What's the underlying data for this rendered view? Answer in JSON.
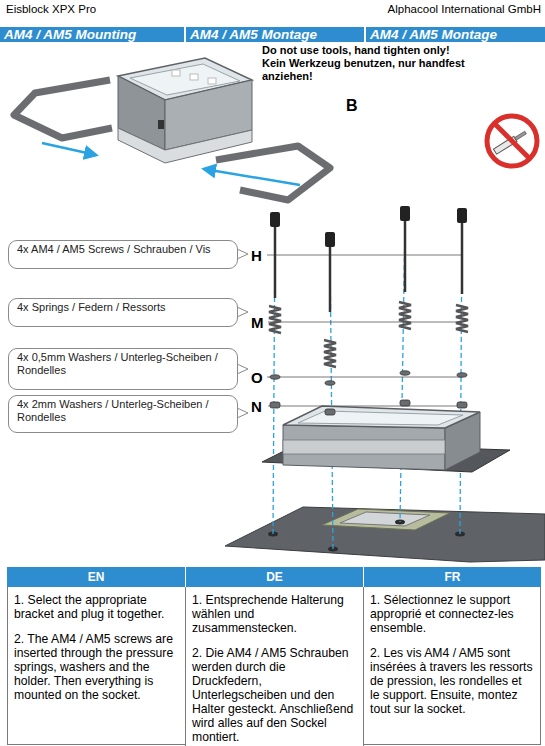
{
  "diagram": {
    "nodes": [
      {
        "text": [
          "AM4 / AM5 Mounting"
        ]
      },
      {
        "text": [
          "AM4 / AM5 Montage"
        ]
      },
      {
        "text": [
          "AM4 / AM5 Montage"
        ]
      },
      {
        "text": [
          "4x AM4 / AM5 Screws / Schrauben / Vis"
        ]
      },
      {
        "text": [
          "4x Springs / Federn / Ressorts"
        ]
      },
      {
        "text": [
          "4x 0,5mm Washers / Unterleg-Scheiben / Rondelles"
        ]
      },
      {
        "text": [
          "4x 2mm Washers / Unterleg-Scheiben / Rondelles"
        ]
      },
      {
        "text": [
          "EN"
        ]
      },
      {
        "text": [
          "DE"
        ]
      },
      {
        "text": [
          "FR"
        ]
      },
      {
        "text": [
          "1. Select the appropriate bracket and plug it together.",
          "2. The AM4 / AM5 screws are inserted through the pressure springs, washers and the holder. Then everything is mounted on the socket."
        ]
      },
      {
        "text": [
          "1. Entsprechende Halterung wählen und zusammenstecken.",
          "2. Die AM4 / AM5 Schrauben werden durch die Druckfedern, Unterlegscheiben und den Halter gesteckt. Anschließend wird alles auf den Sockel montiert."
        ]
      },
      {
        "text": [
          "1. Sélectionnez le support approprié et connectez-les ensemble.",
          "2. Les vis AM4 / AM5 sont insérées à travers les ressorts de pression, les rondelles et le support. Ensuite, montez tout sur la socket."
        ]
      }
    ],
    "labels": [
      "Eisblock XPX Pro",
      "Alphacool International GmbH",
      "Do not use tools, hand tighten only!",
      "Kein Werkzeug benutzen, nur handfest anziehen!",
      "B",
      "H",
      "M",
      "O",
      "N"
    ]
  }
}
